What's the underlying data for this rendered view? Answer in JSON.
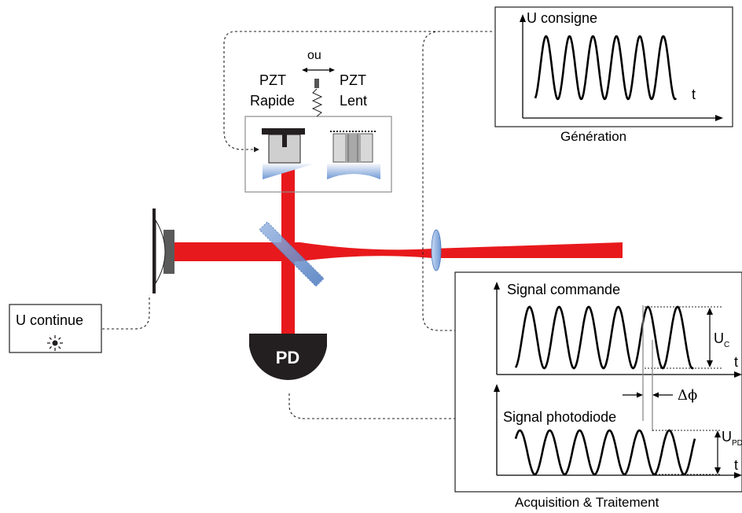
{
  "labels": {
    "ou": "ou",
    "pzt_left": "PZT",
    "pzt_right": "PZT",
    "rapide": "Rapide",
    "lent": "Lent",
    "u_continue": "U continue",
    "pd": "PD",
    "generation_title": "U consigne",
    "generation_t": "t",
    "generation_caption": "Génération",
    "signal_commande": "Signal commande",
    "uc_main": "U",
    "uc_sub": "C",
    "commande_t": "t",
    "delta_phi": "Δϕ",
    "signal_photodiode": "Signal photodiode",
    "upd_main": "U",
    "upd_sub": "PD",
    "photodiode_t": "t",
    "acq_caption": "Acquisition & Traitement"
  },
  "colors": {
    "beam": "#e8191c",
    "optic_blue": "#7aa0d8",
    "pd_fill": "#231f20",
    "frame_gray": "#8c8c8c"
  },
  "icons": {
    "lamp": "sun-icon"
  }
}
